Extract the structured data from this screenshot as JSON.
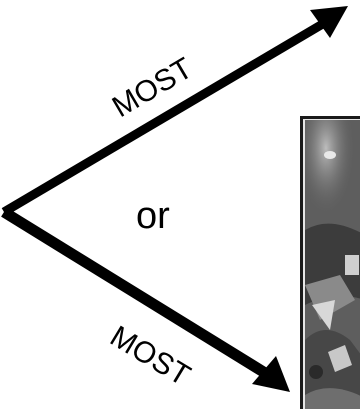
{
  "labels": {
    "upper_arrow": "MOST",
    "lower_arrow": "MOST",
    "center": "or"
  },
  "colors": {
    "arrow": "#000000",
    "background": "#ffffff",
    "photo_frame": "#1a1a1a",
    "photo_base": "#5e5e5e"
  },
  "photo": {
    "description_icon": "grayscale-photo-thumbnail"
  }
}
